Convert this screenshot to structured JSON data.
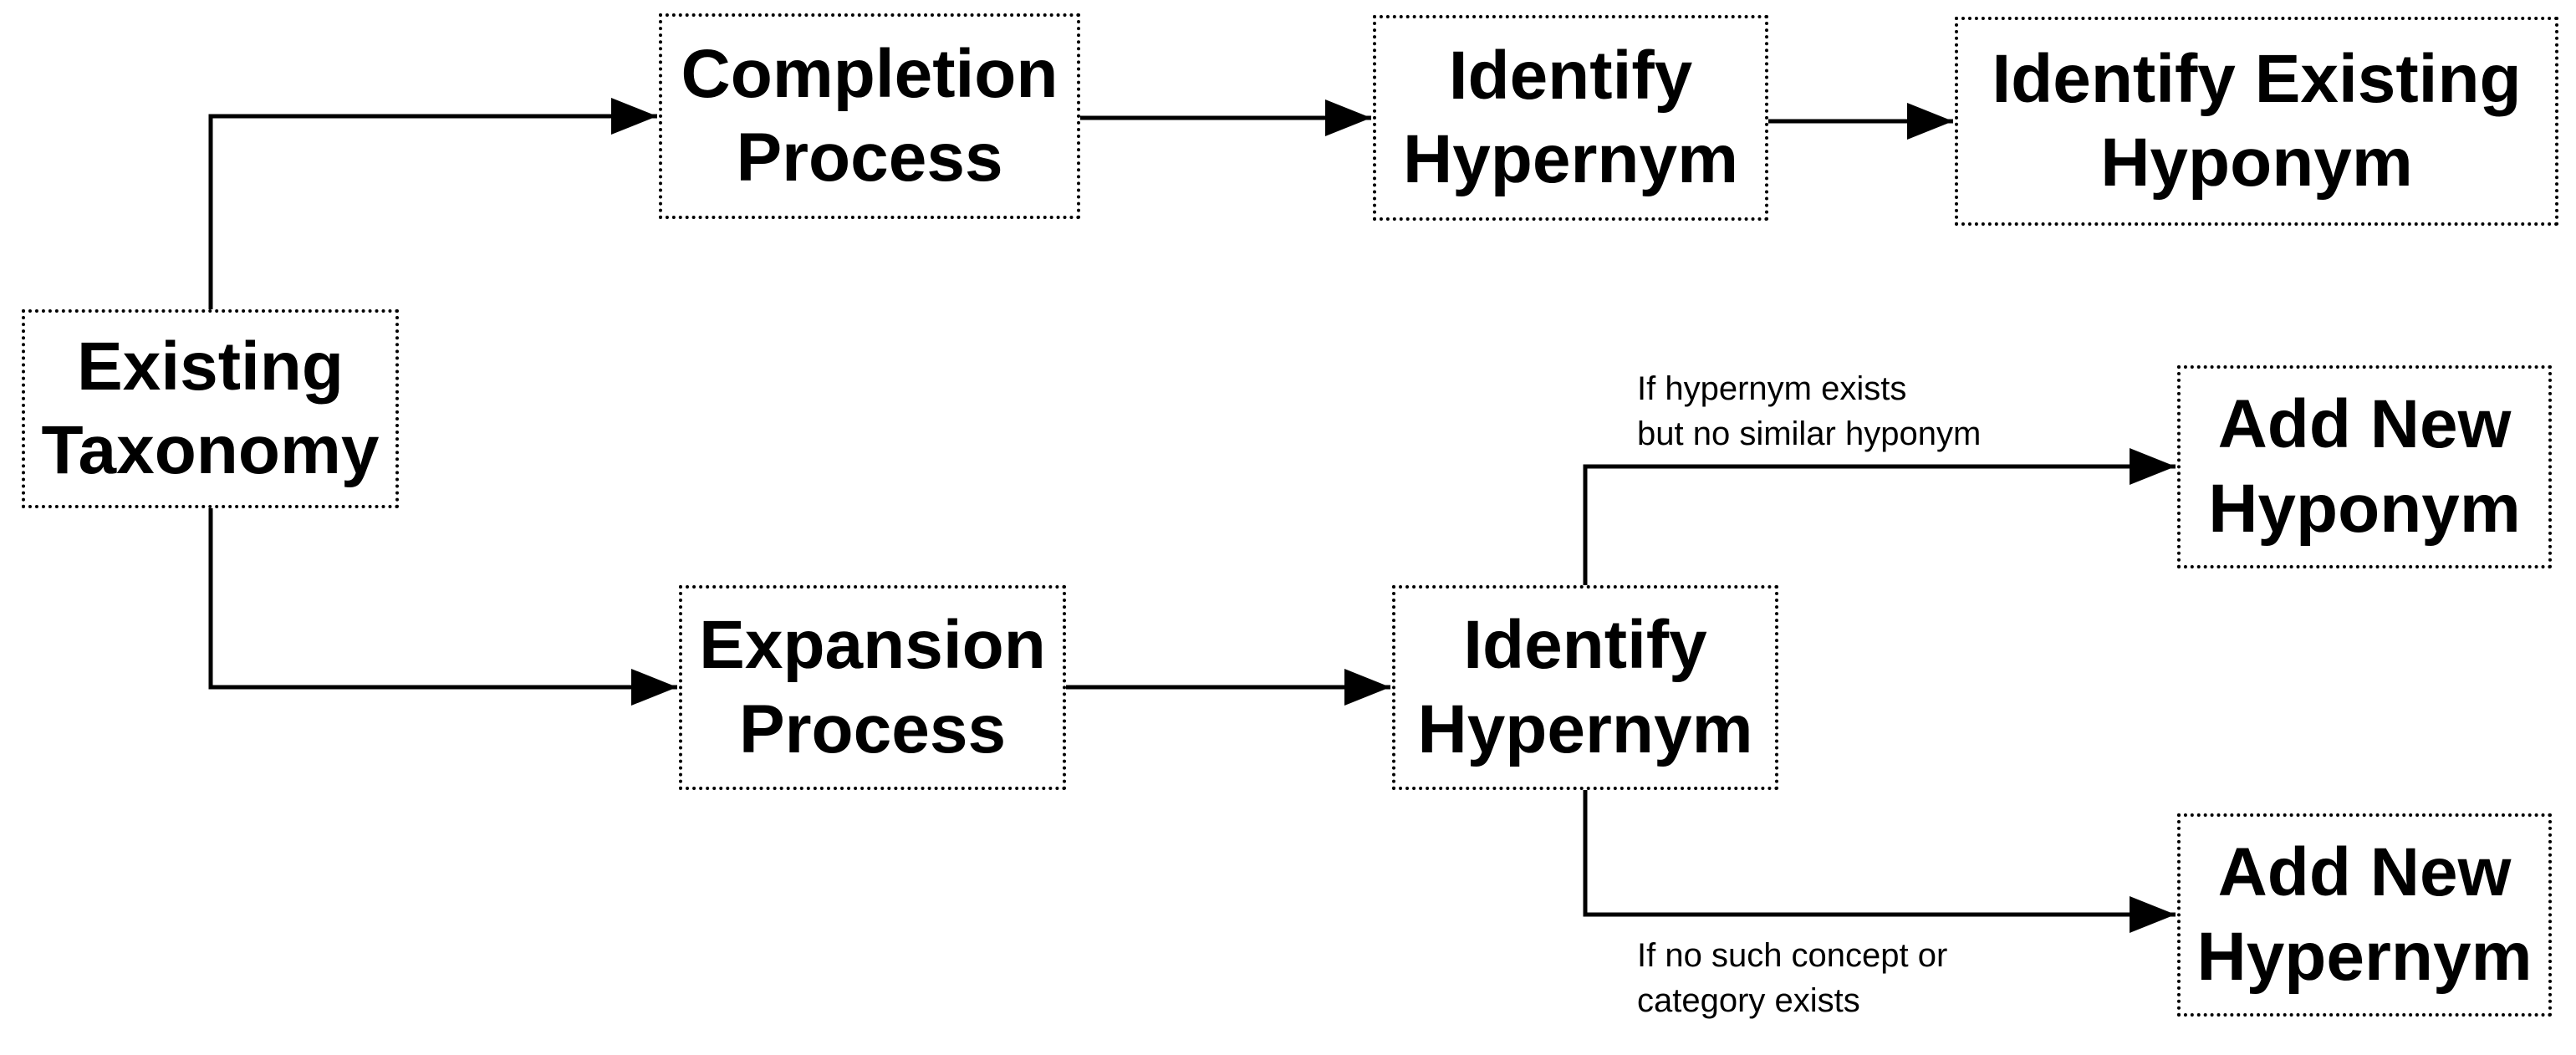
{
  "diagram": {
    "type": "flowchart",
    "background": "#ffffff",
    "line_color": "#000000",
    "text_color": "#000000",
    "box_border_color": "#000000",
    "box_border_style": "dotted",
    "box_fill": "#ffffff"
  },
  "nodes": [
    {
      "id": "existing-taxonomy",
      "label": "Existing Taxonomy"
    },
    {
      "id": "completion-process",
      "label": "Completion Process"
    },
    {
      "id": "identify-hypernym-completion",
      "label": "Identify Hypernym"
    },
    {
      "id": "identify-existing-hyponym",
      "label": "Identify Existing Hyponym"
    },
    {
      "id": "expansion-process",
      "label": "Expansion Process"
    },
    {
      "id": "identify-hypernym-expansion",
      "label": "Identify Hypernym"
    },
    {
      "id": "add-new-hyponym",
      "label": "Add New Hyponym"
    },
    {
      "id": "add-new-hypernym",
      "label": "Add New Hypernym"
    }
  ],
  "edges": [
    {
      "from": "existing-taxonomy",
      "to": "completion-process",
      "condition": ""
    },
    {
      "from": "completion-process",
      "to": "identify-hypernym-completion",
      "condition": ""
    },
    {
      "from": "identify-hypernym-completion",
      "to": "identify-existing-hyponym",
      "condition": ""
    },
    {
      "from": "existing-taxonomy",
      "to": "expansion-process",
      "condition": ""
    },
    {
      "from": "expansion-process",
      "to": "identify-hypernym-expansion",
      "condition": ""
    },
    {
      "from": "identify-hypernym-expansion",
      "to": "add-new-hyponym",
      "condition": "If hypernym exists but no similar hyponym"
    },
    {
      "from": "identify-hypernym-expansion",
      "to": "add-new-hypernym",
      "condition": "If no such concept or category exists"
    }
  ],
  "edge_labels": [
    {
      "id": "hyponym-condition",
      "text": "If hypernym exists\nbut no similar hyponym"
    },
    {
      "id": "hypernym-condition",
      "text": "If no such concept or\ncategory exists"
    }
  ]
}
